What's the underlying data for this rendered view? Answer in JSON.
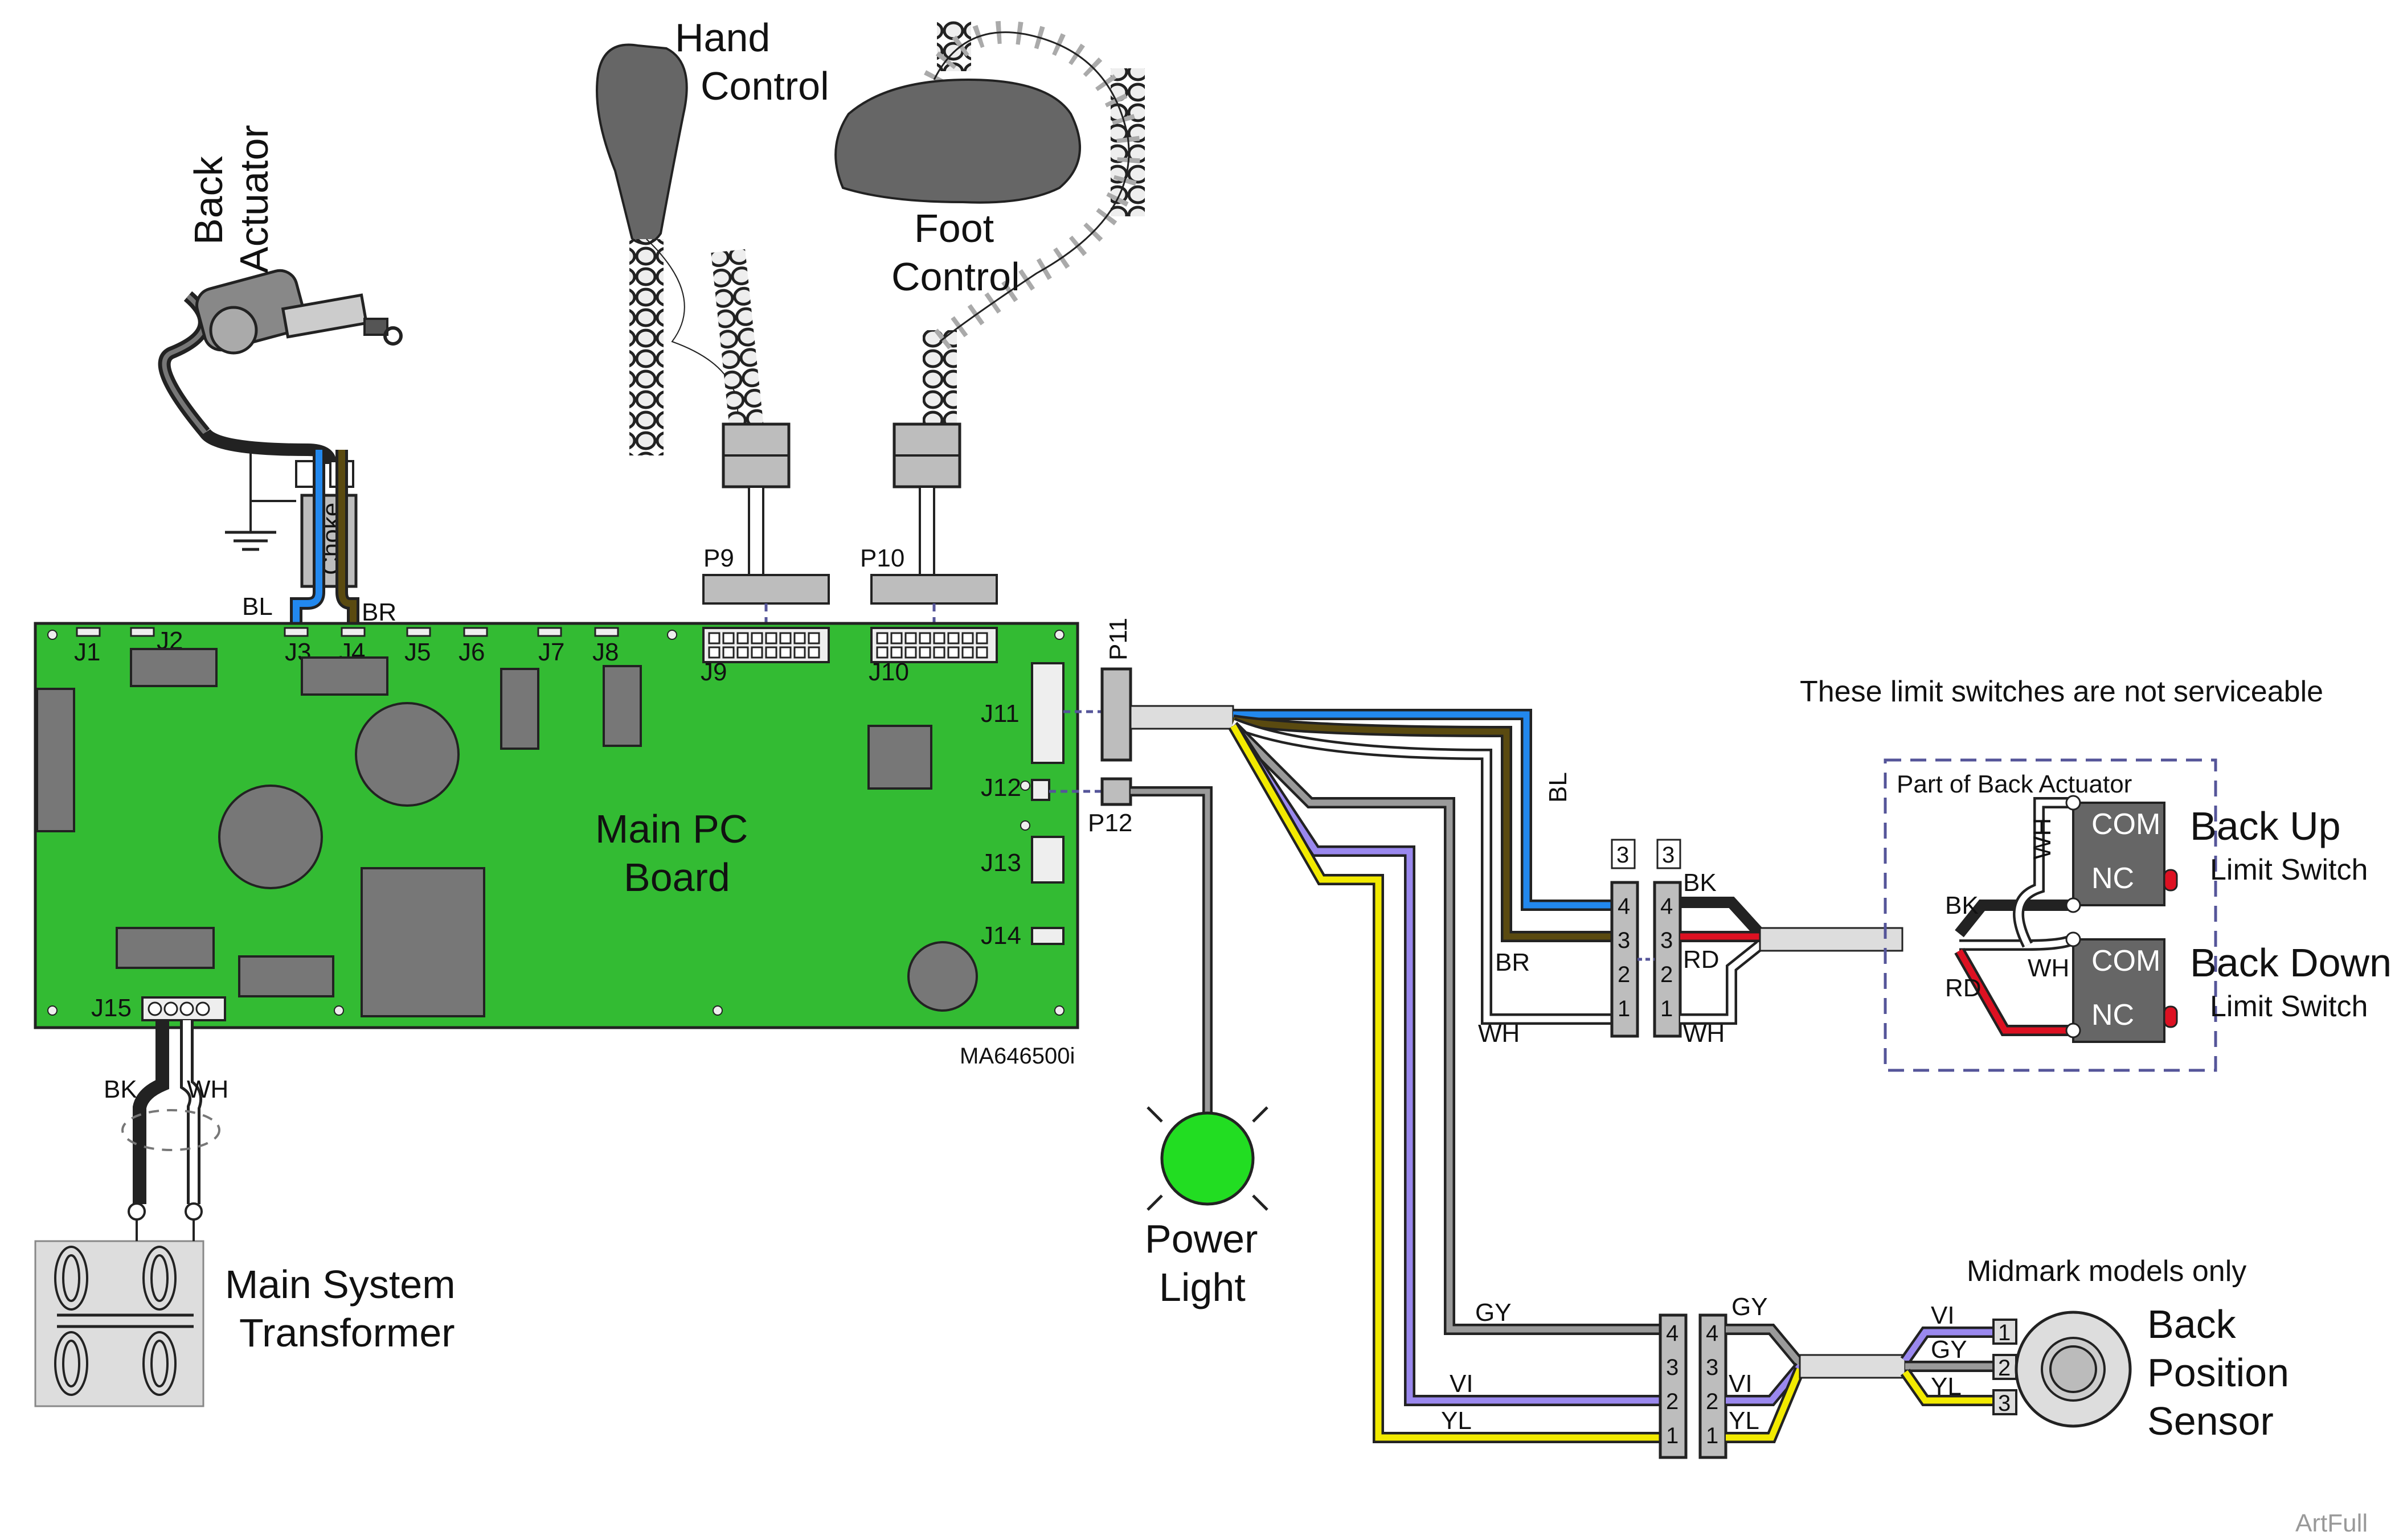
{
  "components": {
    "back_actuator": [
      "Back",
      "Actuator"
    ],
    "hand_control": [
      "Hand",
      "Control"
    ],
    "foot_control": [
      "Foot",
      "Control"
    ],
    "main_pc_board": [
      "Main PC",
      "Board"
    ],
    "power_light": [
      "Power",
      "Light"
    ],
    "main_system_transformer": [
      "Main System",
      "Transformer"
    ],
    "choke": "Choke",
    "back_up_limit_switch": [
      "Back Up",
      "Limit Switch"
    ],
    "back_down_limit_switch": [
      "Back Down",
      "Limit Switch"
    ],
    "back_position_sensor": [
      "Back",
      "Position",
      "Sensor"
    ]
  },
  "notes": {
    "not_serviceable": "These limit switches are not serviceable",
    "part_of_back_actuator": "Part of Back Actuator",
    "midmark_only": "Midmark models only",
    "part_number": "MA646500i",
    "artfull": "ArtFull"
  },
  "connectors": {
    "J1": "J1",
    "J2": "J2",
    "J3": "J3",
    "J4": "J4",
    "J5": "J5",
    "J6": "J6",
    "J7": "J7",
    "J8": "J8",
    "J9": "J9",
    "J10": "J10",
    "J11": "J11",
    "J12": "J12",
    "J13": "J13",
    "J14": "J14",
    "J15": "J15",
    "P9": "P9",
    "P10": "P10",
    "P11": "P11",
    "P12": "P12"
  },
  "wires": {
    "BL": "BL",
    "BR": "BR",
    "BK": "BK",
    "WH": "WH",
    "RD": "RD",
    "GY": "GY",
    "VI": "VI",
    "YL": "YL"
  },
  "switch_terminals": {
    "com": "COM",
    "nc": "NC"
  },
  "pin_numbers": [
    "1",
    "2",
    "3",
    "4"
  ],
  "connector_qty": "3",
  "colors": {
    "board_green": "#33bb33",
    "power_light_green": "#22dd22",
    "component_gray": "#666666",
    "connector_gray": "#bdbdbd",
    "wire_blue": "#2288ee",
    "wire_brown": "#5a4a10",
    "wire_red": "#dd1122",
    "wire_gray": "#9a9a9a",
    "wire_violet": "#9a88ee",
    "wire_yellow": "#f2ea00",
    "dashed_box": "#555599"
  }
}
